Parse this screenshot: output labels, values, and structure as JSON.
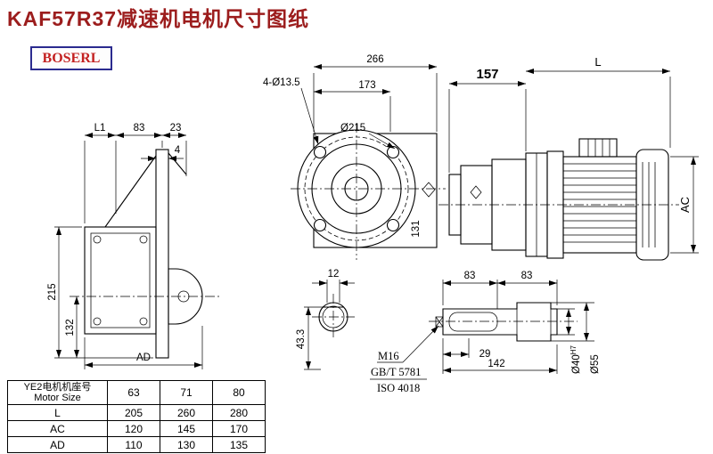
{
  "title": "KAF57R37减速机电机尺寸图纸",
  "logo": "BOSERL",
  "colors": {
    "title": "#9C1D1D",
    "logo_text": "#C42222",
    "logo_border": "#2B2B8F",
    "line": "#000000"
  },
  "front_view": {
    "dim_width": "266",
    "dim_flange_offset": "173",
    "dim_holes": "4-Ø13.5",
    "dim_flange_dia": "Ø215",
    "dim_side": "131"
  },
  "right_view": {
    "dim_gearbox": "157",
    "dim_motor_length": "L",
    "dim_motor_dia": "AC"
  },
  "left_view": {
    "dim_l1": "L1",
    "dim_83": "83",
    "dim_23": "23",
    "dim_4": "4",
    "dim_height": "215",
    "dim_shaft_height": "132",
    "dim_ad": "AD"
  },
  "shaft_section": {
    "dim_key_width": "12",
    "dim_key_height": "43.3"
  },
  "shaft_detail": {
    "dim_83a": "83",
    "dim_83b": "83",
    "dim_29": "29",
    "dim_142": "142",
    "dim_bore": "Ø40",
    "dim_bore_tol": "H7",
    "dim_od": "Ø55",
    "note_thread": "M16",
    "note_gb": "GB/T 5781",
    "note_iso": "ISO 4018"
  },
  "table": {
    "header_cn": "YE2电机机座号",
    "header_en": "Motor Size",
    "sizes": [
      "63",
      "71",
      "80"
    ],
    "rows": [
      {
        "label": "L",
        "values": [
          "205",
          "260",
          "280"
        ]
      },
      {
        "label": "AC",
        "values": [
          "120",
          "145",
          "170"
        ]
      },
      {
        "label": "AD",
        "values": [
          "110",
          "130",
          "135"
        ]
      }
    ]
  }
}
